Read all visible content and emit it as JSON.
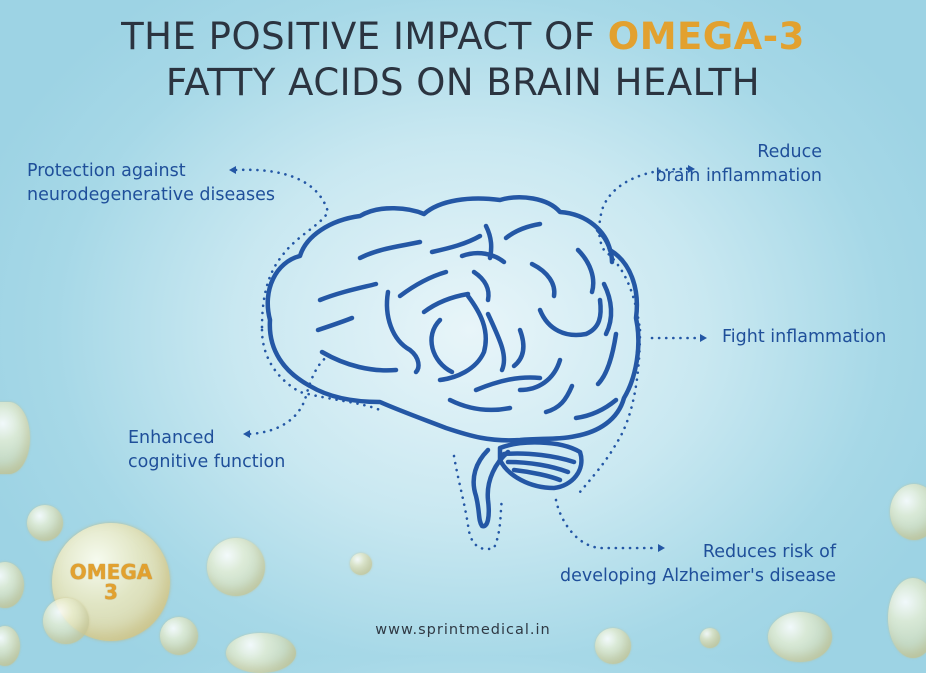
{
  "title": {
    "line1_prefix": "THE POSITIVE IMPACT OF ",
    "line1_accent": "OMEGA-3",
    "line2": "FATTY ACIDS ON BRAIN HEALTH"
  },
  "benefits": [
    {
      "line1": "Protection against",
      "line2": "neurodegenerative diseases",
      "position": "top-left"
    },
    {
      "line1": "Reduce",
      "line2": "brain inflammation",
      "position": "top-right"
    },
    {
      "line1": "Fight inflammation",
      "line2": "",
      "position": "middle-right"
    },
    {
      "line1": "Enhanced",
      "line2": "cognitive function",
      "position": "bottom-left"
    },
    {
      "line1": "Reduces risk of",
      "line2": "developing Alzheimer's disease",
      "position": "bottom-right"
    }
  ],
  "badge": {
    "line1": "OMEGA",
    "line2": "3"
  },
  "footer": {
    "url": "www.sprintmedical.in"
  },
  "icons": {
    "center": "brain-icon",
    "connectors": "dotted-arrow-icon",
    "decor": "oil-bubble-icon"
  },
  "colors": {
    "title": "#2b3440",
    "accent": "#e2a12f",
    "text_blue": "#1f4f9a",
    "brain_stroke": "#2457a5",
    "background": "#a6d8e7"
  }
}
